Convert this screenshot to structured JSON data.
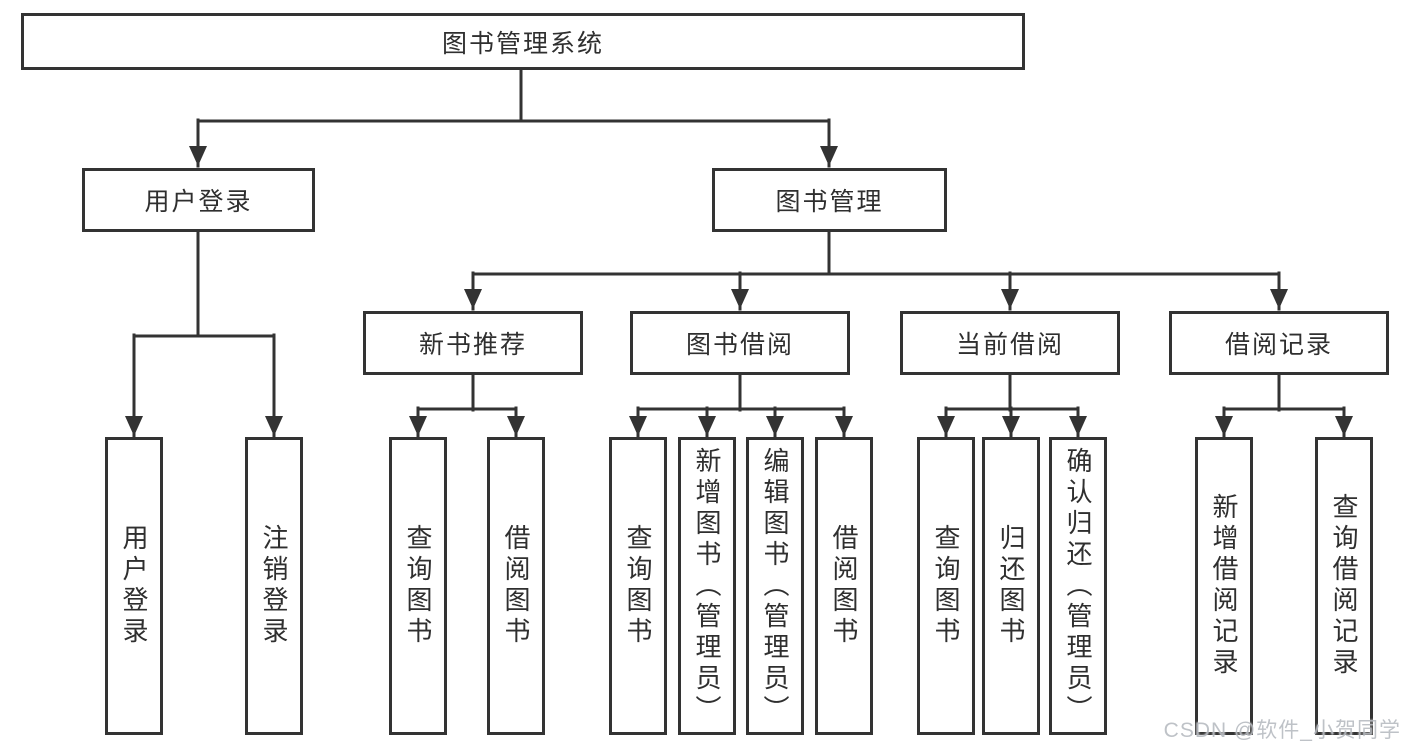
{
  "diagram": {
    "root": {
      "label": "图书管理系统"
    },
    "branches": [
      {
        "label": "用户登录",
        "children": [
          {
            "label": "用户登录"
          },
          {
            "label": "注销登录"
          }
        ]
      },
      {
        "label": "图书管理",
        "children": [
          {
            "label": "新书推荐",
            "children": [
              {
                "label": "查询图书"
              },
              {
                "label": "借阅图书"
              }
            ]
          },
          {
            "label": "图书借阅",
            "children": [
              {
                "label": "查询图书"
              },
              {
                "label": "新增图书（管理员）"
              },
              {
                "label": "编辑图书（管理员）"
              },
              {
                "label": "借阅图书"
              }
            ]
          },
          {
            "label": "当前借阅",
            "children": [
              {
                "label": "查询图书"
              },
              {
                "label": "归还图书"
              },
              {
                "label": "确认归还（管理员）"
              }
            ]
          },
          {
            "label": "借阅记录",
            "children": [
              {
                "label": "新增借阅记录"
              },
              {
                "label": "查询借阅记录"
              }
            ]
          }
        ]
      }
    ]
  },
  "watermark": {
    "text": "CSDN @软件_小贺同学"
  },
  "colors": {
    "line": "#333333",
    "text": "#2f2f2f",
    "box_background": "#ffffff",
    "watermark": "#b8bcc2",
    "background": "#ffffff"
  }
}
